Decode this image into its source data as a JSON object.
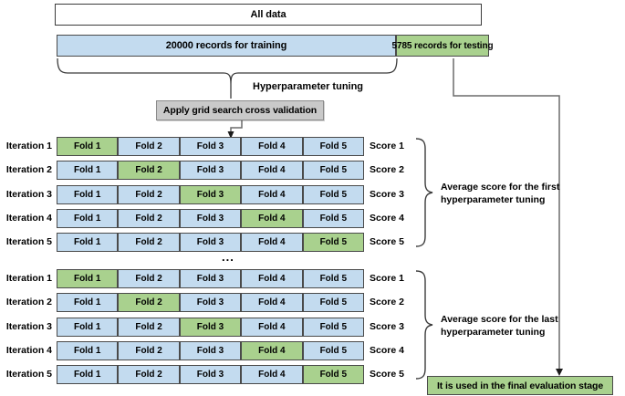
{
  "diagram": {
    "title_box": {
      "label": "All data"
    },
    "split": {
      "train": {
        "label": "20000 records for training",
        "color": "#c3dbef"
      },
      "test": {
        "label": "5785 records for testing",
        "color": "#a9d18e"
      }
    },
    "tuning_label": "Hyperparameter tuning",
    "grid_search_box": {
      "label": "Apply grid search cross validation",
      "color": "#c9c9c9"
    },
    "ellipsis": "...",
    "final_box": {
      "label": "It is used in the final evaluation stage",
      "color": "#a9d18e"
    },
    "fold_names": [
      "Fold 1",
      "Fold 2",
      "Fold 3",
      "Fold 4",
      "Fold 5"
    ],
    "blocks": [
      {
        "id": "first-hyperparameter-block",
        "summary": "Average score for the first\nhyperparameter tuning",
        "rows": [
          {
            "iteration": "Iteration 1",
            "score": "Score 1",
            "validation_fold": 1
          },
          {
            "iteration": "Iteration 2",
            "score": "Score 2",
            "validation_fold": 2
          },
          {
            "iteration": "Iteration 3",
            "score": "Score 3",
            "validation_fold": 3
          },
          {
            "iteration": "Iteration 4",
            "score": "Score 4",
            "validation_fold": 4
          },
          {
            "iteration": "Iteration 5",
            "score": "Score 5",
            "validation_fold": 5
          }
        ]
      },
      {
        "id": "last-hyperparameter-block",
        "summary": "Average score for the last\nhyperparameter tuning",
        "rows": [
          {
            "iteration": "Iteration 1",
            "score": "Score 1",
            "validation_fold": 1
          },
          {
            "iteration": "Iteration 2",
            "score": "Score 2",
            "validation_fold": 2
          },
          {
            "iteration": "Iteration 3",
            "score": "Score 3",
            "validation_fold": 3
          },
          {
            "iteration": "Iteration 4",
            "score": "Score 4",
            "validation_fold": 4
          },
          {
            "iteration": "Iteration 5",
            "score": "Score 5",
            "validation_fold": 5
          }
        ]
      }
    ],
    "colors": {
      "blue": "#c3dbef",
      "green": "#a9d18e",
      "grey": "#c9c9c9",
      "outline": "#4a4a4a",
      "connector": "#3b3b3b"
    }
  }
}
